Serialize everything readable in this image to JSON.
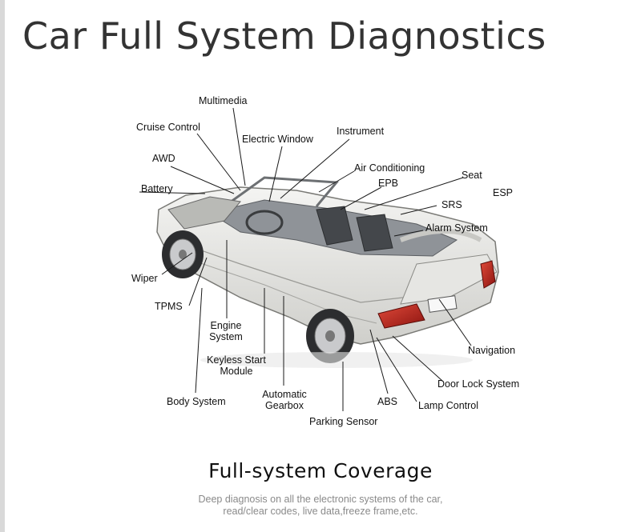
{
  "title": "Car Full System Diagnostics",
  "labels": {
    "multimedia": "Multimedia",
    "cruise_control": "Cruise Control",
    "electric_window": "Electric Window",
    "instrument": "Instrument",
    "awd": "AWD",
    "air_conditioning": "Air Conditioning",
    "seat": "Seat",
    "battery": "Battery",
    "epb": "EPB",
    "esp": "ESP",
    "srs": "SRS",
    "alarm_system": "Alarm System",
    "wiper": "Wiper",
    "tpms": "TPMS",
    "engine_system_1": "Engine",
    "engine_system_2": "System",
    "keyless_1": "Keyless Start",
    "keyless_2": "Module",
    "navigation": "Navigation",
    "door_lock_system": "Door Lock System",
    "body_system": "Body System",
    "automatic_gearbox_1": "Automatic",
    "automatic_gearbox_2": "Gearbox",
    "abs": "ABS",
    "lamp_control": "Lamp Control",
    "parking_sensor": "Parking Sensor"
  },
  "coverage_heading": "Full-system Coverage",
  "description_line1": "Deep diagnosis on all the electronic systems of the car,",
  "description_line2": "read/clear codes, live data,freeze frame,etc."
}
